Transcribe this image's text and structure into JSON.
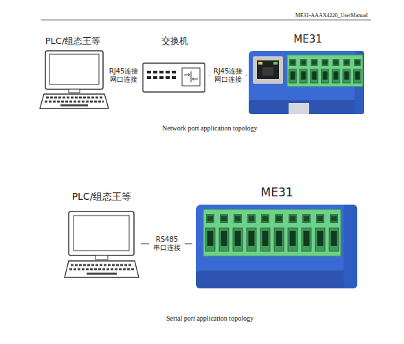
{
  "diagram": {
    "nodes": [
      {
        "text": [
          "PLC/组态王等"
        ]
      },
      {
        "text": [
          "交换机"
        ]
      },
      {
        "text": [
          "ME31"
        ]
      },
      {
        "text": [
          "PLC/组态王等"
        ]
      },
      {
        "text": [
          "ME31"
        ]
      }
    ],
    "edges": [
      {
        "from": 0,
        "to": 1,
        "label": "RJ45连接 网口连接",
        "arrow": "none"
      },
      {
        "from": 1,
        "to": 2,
        "label": "RJ45连接 网口连接",
        "arrow": "none"
      },
      {
        "from": 3,
        "to": 4,
        "label": "RS485 串口连接",
        "arrow": "none"
      }
    ],
    "labels": [
      "ME31-AAAX4220_UserManual",
      "Network port application topology",
      "Serial port application topology"
    ]
  }
}
